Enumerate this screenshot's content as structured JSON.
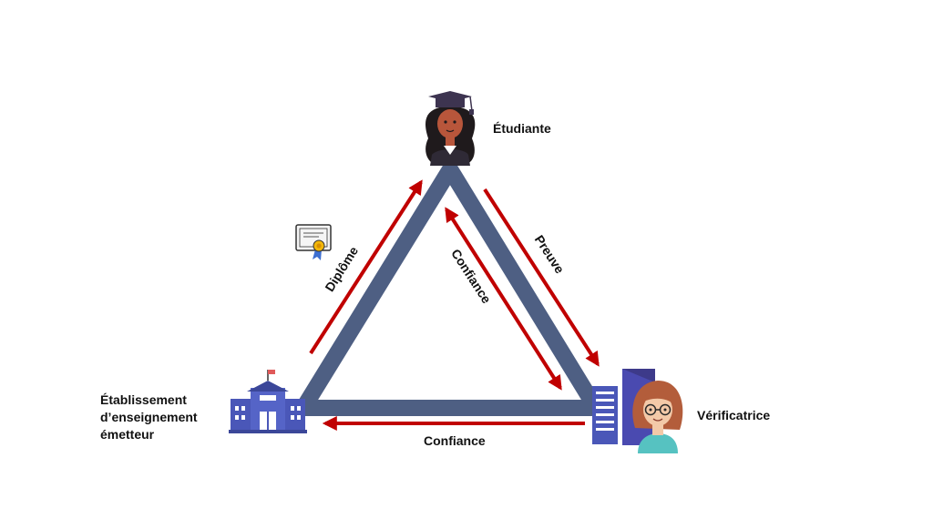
{
  "nodes": {
    "student": {
      "label": "Étudiante"
    },
    "issuer": {
      "label_lines": [
        "Établissement",
        "d’enseignement",
        "émetteur"
      ]
    },
    "verifier": {
      "label": "Vérificatrice"
    }
  },
  "edges": {
    "diploma": {
      "label": "Diplôme"
    },
    "proof": {
      "label": "Preuve"
    },
    "trust_inner": {
      "label": "Confiance"
    },
    "trust_bottom": {
      "label": "Confiance"
    }
  },
  "colors": {
    "triangle": "#4e5f83",
    "arrow": "#c00000",
    "building": "#4a57b8",
    "skin": "#b8563b",
    "hair": "#1f1a1c",
    "cap": "#3d3450",
    "verifier_hair": "#b35d3b",
    "shirt": "#56c2c1"
  },
  "icons": {
    "student": "graduate-student-icon",
    "issuer": "school-building-icon",
    "verifier": "verifier-woman-icon",
    "certificate": "diploma-certificate-icon"
  }
}
